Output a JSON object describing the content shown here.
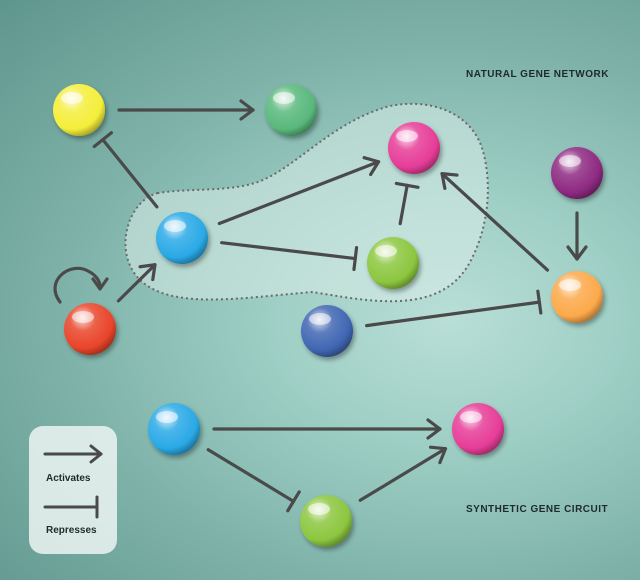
{
  "labels": {
    "natural": "NATURAL GENE NETWORK",
    "synthetic": "SYNTHETIC GENE CIRCUIT"
  },
  "legend": {
    "activates": "Activates",
    "represses": "Represses"
  },
  "colors": {
    "edge": "#4a4a4a",
    "highlight_region": "#d9ece8",
    "region_border": "#6a6a6a"
  },
  "nodes": [
    {
      "id": "yellow",
      "color": "#f4ee3a",
      "group": "natural"
    },
    {
      "id": "green-top",
      "color": "#59b87c",
      "group": "natural"
    },
    {
      "id": "pink-top",
      "color": "#e63d98",
      "group": "natural"
    },
    {
      "id": "purple",
      "color": "#8e2a82",
      "group": "natural"
    },
    {
      "id": "blue-mid",
      "color": "#2aa9e6",
      "group": "natural"
    },
    {
      "id": "lime-mid",
      "color": "#8cc63f",
      "group": "natural"
    },
    {
      "id": "orange-right",
      "color": "#fca94b",
      "group": "natural"
    },
    {
      "id": "red",
      "color": "#e9452a",
      "group": "natural"
    },
    {
      "id": "navy",
      "color": "#4066b2",
      "group": "natural"
    },
    {
      "id": "blue-bottom",
      "color": "#2aa9e6",
      "group": "synthetic"
    },
    {
      "id": "pink-bottom",
      "color": "#e63d98",
      "group": "synthetic"
    },
    {
      "id": "lime-bottom",
      "color": "#8cc63f",
      "group": "synthetic"
    }
  ],
  "edges": [
    {
      "from": "yellow",
      "to": "green-top",
      "type": "activates"
    },
    {
      "from": "blue-mid",
      "to": "yellow",
      "type": "represses"
    },
    {
      "from": "red",
      "to": "red",
      "type": "activates"
    },
    {
      "from": "red",
      "to": "blue-mid",
      "type": "activates"
    },
    {
      "from": "blue-mid",
      "to": "pink-top",
      "type": "activates"
    },
    {
      "from": "blue-mid",
      "to": "lime-mid",
      "type": "represses"
    },
    {
      "from": "lime-mid",
      "to": "pink-top",
      "type": "represses"
    },
    {
      "from": "orange-right",
      "to": "pink-top",
      "type": "activates"
    },
    {
      "from": "purple",
      "to": "orange-right",
      "type": "activates"
    },
    {
      "from": "navy",
      "to": "orange-right",
      "type": "represses"
    },
    {
      "from": "blue-bottom",
      "to": "pink-bottom",
      "type": "activates"
    },
    {
      "from": "blue-bottom",
      "to": "lime-bottom",
      "type": "represses"
    },
    {
      "from": "lime-bottom",
      "to": "pink-bottom",
      "type": "activates"
    }
  ]
}
